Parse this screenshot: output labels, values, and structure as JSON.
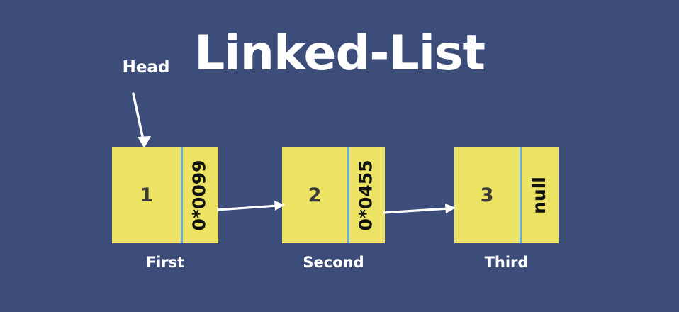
{
  "diagram": {
    "title": "Linked-List",
    "background_color": "#3d4d7a",
    "node_fill_color": "#ece263",
    "divider_color": "#6aadd0",
    "text_color": "#ffffff",
    "value_text_color": "#3a3a3a",
    "head": {
      "label": "Head",
      "arrow": "head-pointer-arrow"
    },
    "nodes": [
      {
        "value": "1",
        "pointer": "0*0099",
        "caption": "First"
      },
      {
        "value": "2",
        "pointer": "0*0455",
        "caption": "Second"
      },
      {
        "value": "3",
        "pointer": "null",
        "caption": "Third"
      }
    ],
    "links": [
      {
        "from": "First",
        "to": "Second"
      },
      {
        "from": "Second",
        "to": "Third"
      }
    ]
  }
}
